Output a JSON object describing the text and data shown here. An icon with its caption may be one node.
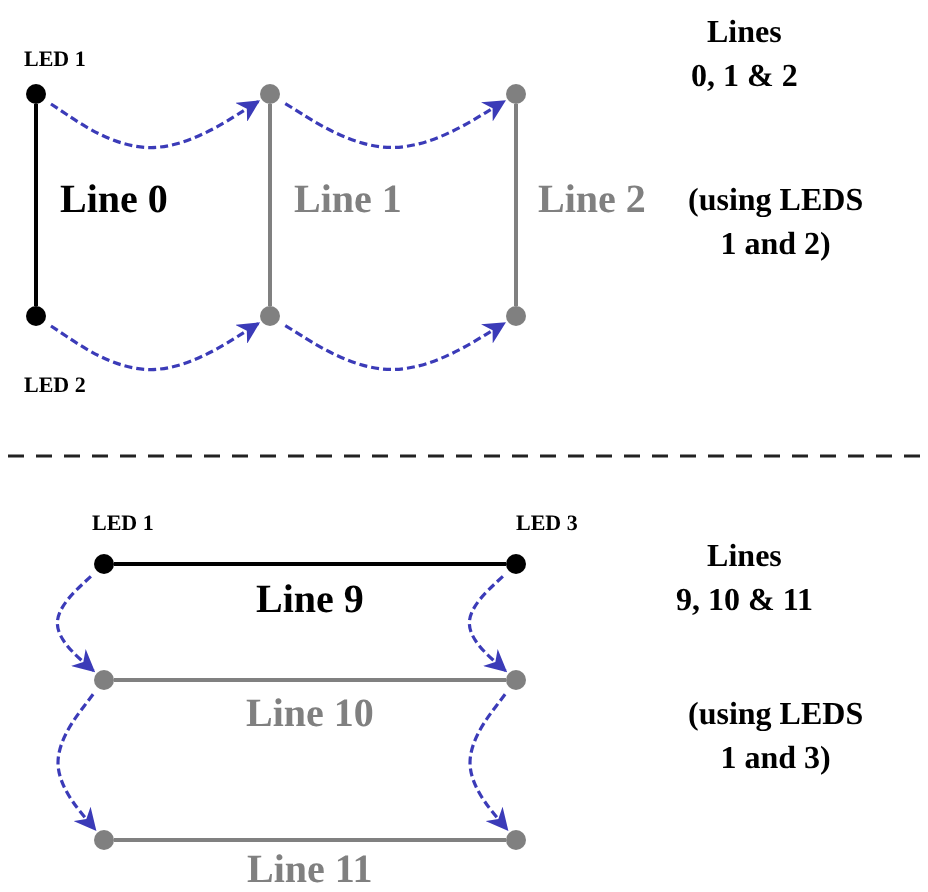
{
  "diagram": {
    "nodes": [
      {
        "text": [],
        "shape": "circle",
        "beside": [
          "LED 1"
        ]
      },
      {
        "text": [],
        "shape": "circle"
      },
      {
        "text": [],
        "shape": "circle"
      },
      {
        "text": [],
        "shape": "circle",
        "beside": [
          "LED 2"
        ]
      },
      {
        "text": [],
        "shape": "circle"
      },
      {
        "text": [],
        "shape": "circle"
      },
      {
        "text": [],
        "shape": "circle",
        "beside": [
          "LED 1"
        ]
      },
      {
        "text": [],
        "shape": "circle",
        "beside": [
          "LED 3"
        ]
      },
      {
        "text": [],
        "shape": "circle"
      },
      {
        "text": [],
        "shape": "circle"
      },
      {
        "text": [],
        "shape": "circle"
      },
      {
        "text": [],
        "shape": "circle"
      }
    ],
    "edges": [
      {
        "from": 0,
        "to": 3,
        "arrow": "none",
        "label": "Line 0",
        "color": "#000000"
      },
      {
        "from": 1,
        "to": 4,
        "arrow": "none",
        "label": "Line 1",
        "color": "#808080"
      },
      {
        "from": 2,
        "to": 5,
        "arrow": "none",
        "label": "Line 2",
        "color": "#808080"
      },
      {
        "from": 0,
        "to": 1,
        "arrow": "to",
        "style": "dashed"
      },
      {
        "from": 1,
        "to": 2,
        "arrow": "to",
        "style": "dashed"
      },
      {
        "from": 3,
        "to": 4,
        "arrow": "to",
        "style": "dashed"
      },
      {
        "from": 4,
        "to": 5,
        "arrow": "to",
        "style": "dashed"
      },
      {
        "from": 6,
        "to": 7,
        "arrow": "none",
        "label": "Line 9",
        "color": "#000000"
      },
      {
        "from": 8,
        "to": 9,
        "arrow": "none",
        "label": "Line 10",
        "color": "#808080"
      },
      {
        "from": 10,
        "to": 11,
        "arrow": "none",
        "label": "Line 11",
        "color": "#808080"
      },
      {
        "from": 6,
        "to": 8,
        "arrow": "to",
        "style": "dashed"
      },
      {
        "from": 8,
        "to": 10,
        "arrow": "to",
        "style": "dashed"
      },
      {
        "from": 7,
        "to": 9,
        "arrow": "to",
        "style": "dashed"
      },
      {
        "from": 9,
        "to": 11,
        "arrow": "to",
        "style": "dashed"
      }
    ],
    "labels": [
      "Lines 0, 1 & 2",
      "(using LEDS 1 and 2)",
      "Lines 9, 10 & 11",
      "(using LEDS 1 and 3)"
    ]
  }
}
